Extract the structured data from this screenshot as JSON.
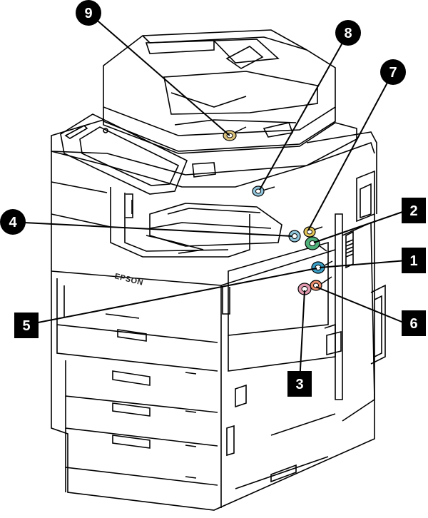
{
  "device": {
    "brand_label": "EPSON"
  },
  "callouts": [
    {
      "id": "9",
      "label": "9",
      "shape": "circle",
      "part_color": "#d8c07a"
    },
    {
      "id": "8",
      "label": "8",
      "shape": "circle",
      "part_color": "#8fc4da"
    },
    {
      "id": "7",
      "label": "7",
      "shape": "circle",
      "part_color": "#e6c85a"
    },
    {
      "id": "2",
      "label": "2",
      "shape": "square",
      "part_color": "#4fb07a"
    },
    {
      "id": "4",
      "label": "4",
      "shape": "circle",
      "part_color": "#8fc4da"
    },
    {
      "id": "1",
      "label": "1",
      "shape": "square",
      "part_color": "#3aa0c8"
    },
    {
      "id": "5",
      "label": "5",
      "shape": "square",
      "part_color": "#3aa0c8"
    },
    {
      "id": "6",
      "label": "6",
      "shape": "square",
      "part_color": "#e88a6a"
    },
    {
      "id": "3",
      "label": "3",
      "shape": "square",
      "part_color": "#e29ab0"
    }
  ],
  "colors": {
    "outline": "#000000",
    "callout_fill": "#000000",
    "callout_text": "#ffffff",
    "body_fill": "#ffffff",
    "shade": "#f2f2f2"
  }
}
